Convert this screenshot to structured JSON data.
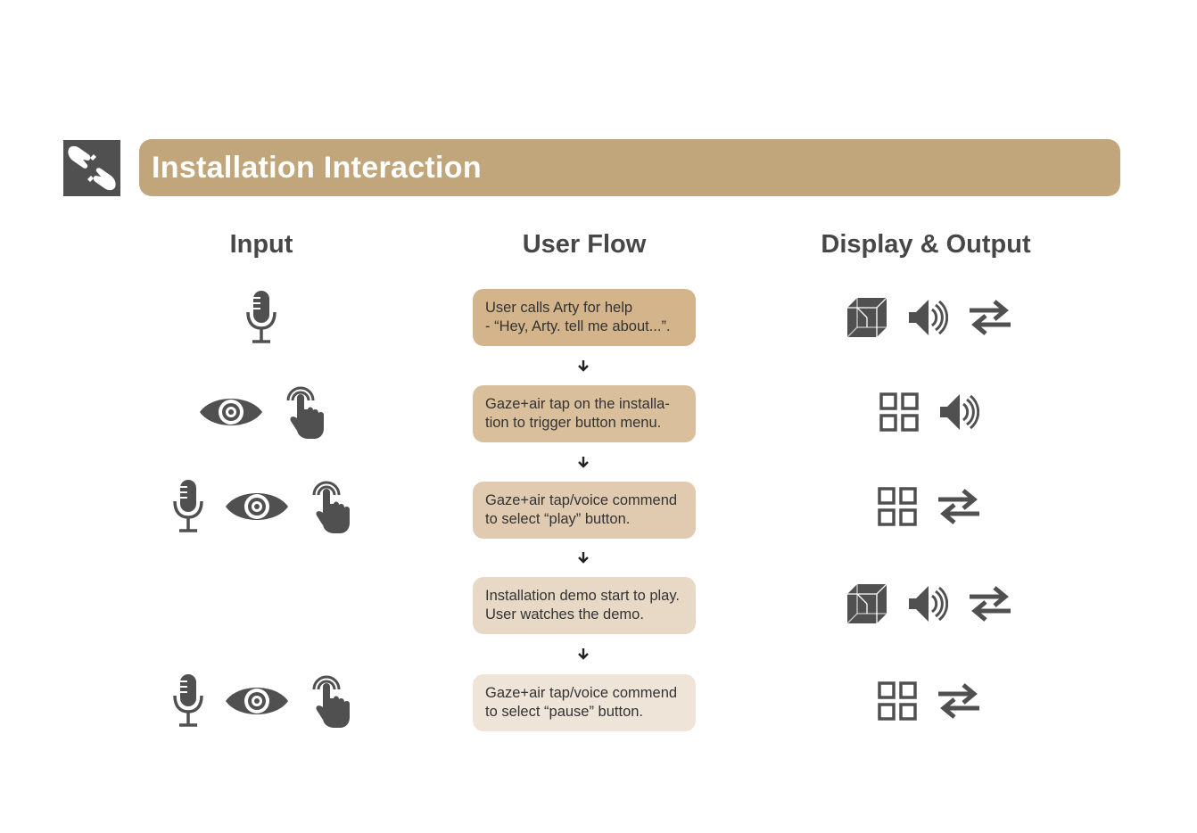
{
  "header": {
    "title": "Installation Interaction"
  },
  "columns": {
    "input": "Input",
    "flow": "User Flow",
    "output": "Display & Output"
  },
  "steps": [
    {
      "text": "User calls Arty for help\n- “Hey, Arty. tell me about...”.",
      "color": "#d4b48a",
      "inputs": [
        "microphone-icon"
      ],
      "outputs": [
        "cube-icon",
        "speaker-icon",
        "swap-arrows-icon"
      ]
    },
    {
      "text": "Gaze+air tap on the installa-\ntion to trigger button menu.",
      "color": "#d9bf9c",
      "inputs": [
        "eye-icon",
        "tap-hand-icon"
      ],
      "outputs": [
        "grid-icon",
        "speaker-icon"
      ]
    },
    {
      "text": "Gaze+air tap/voice commend\nto select “play” button.",
      "color": "#e0cbb0",
      "inputs": [
        "microphone-icon",
        "eye-icon",
        "tap-hand-icon"
      ],
      "outputs": [
        "grid-icon",
        "swap-arrows-icon"
      ]
    },
    {
      "text": "Installation demo start to play.\nUser watches the demo.",
      "color": "#e7d9c6",
      "inputs": [],
      "outputs": [
        "cube-icon",
        "speaker-icon",
        "swap-arrows-icon"
      ]
    },
    {
      "text": "Gaze+air tap/voice commend\nto select “pause” button.",
      "color": "#eee5d8",
      "inputs": [
        "microphone-icon",
        "eye-icon",
        "tap-hand-icon"
      ],
      "outputs": [
        "grid-icon",
        "swap-arrows-icon"
      ]
    }
  ],
  "colors": {
    "accent": "#c2a67b",
    "icon": "#505050"
  }
}
